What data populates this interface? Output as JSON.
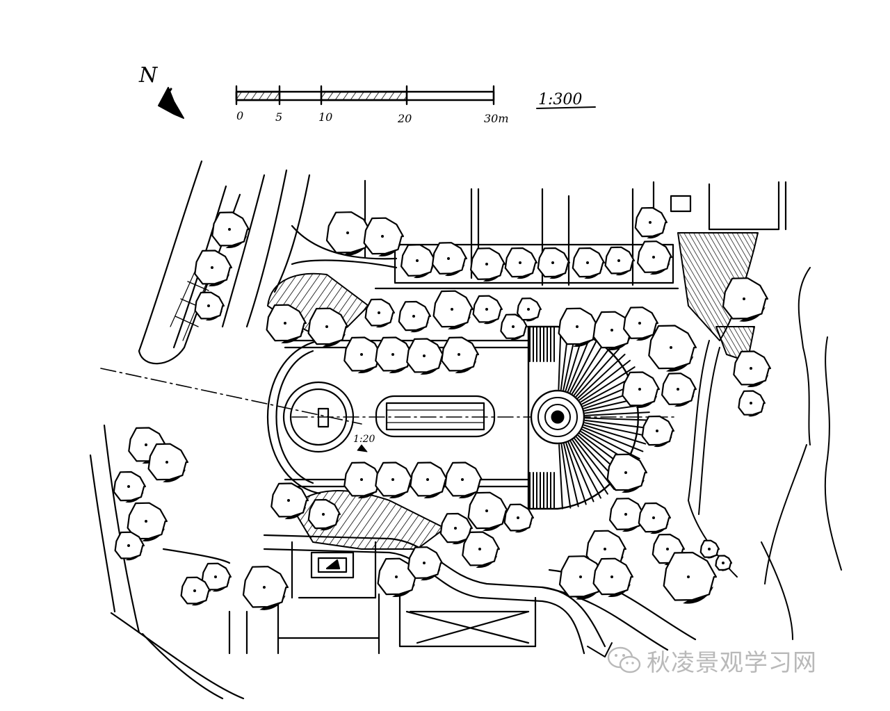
{
  "north_label": "N",
  "scale_bar": {
    "ticks": [
      "0",
      "5",
      "10",
      "20",
      "30m"
    ]
  },
  "scale_ratio": "1:300",
  "slope_note": "1:20",
  "watermark": {
    "text": "秋凌景观学习网",
    "icon": "wechat-logo-icon"
  }
}
